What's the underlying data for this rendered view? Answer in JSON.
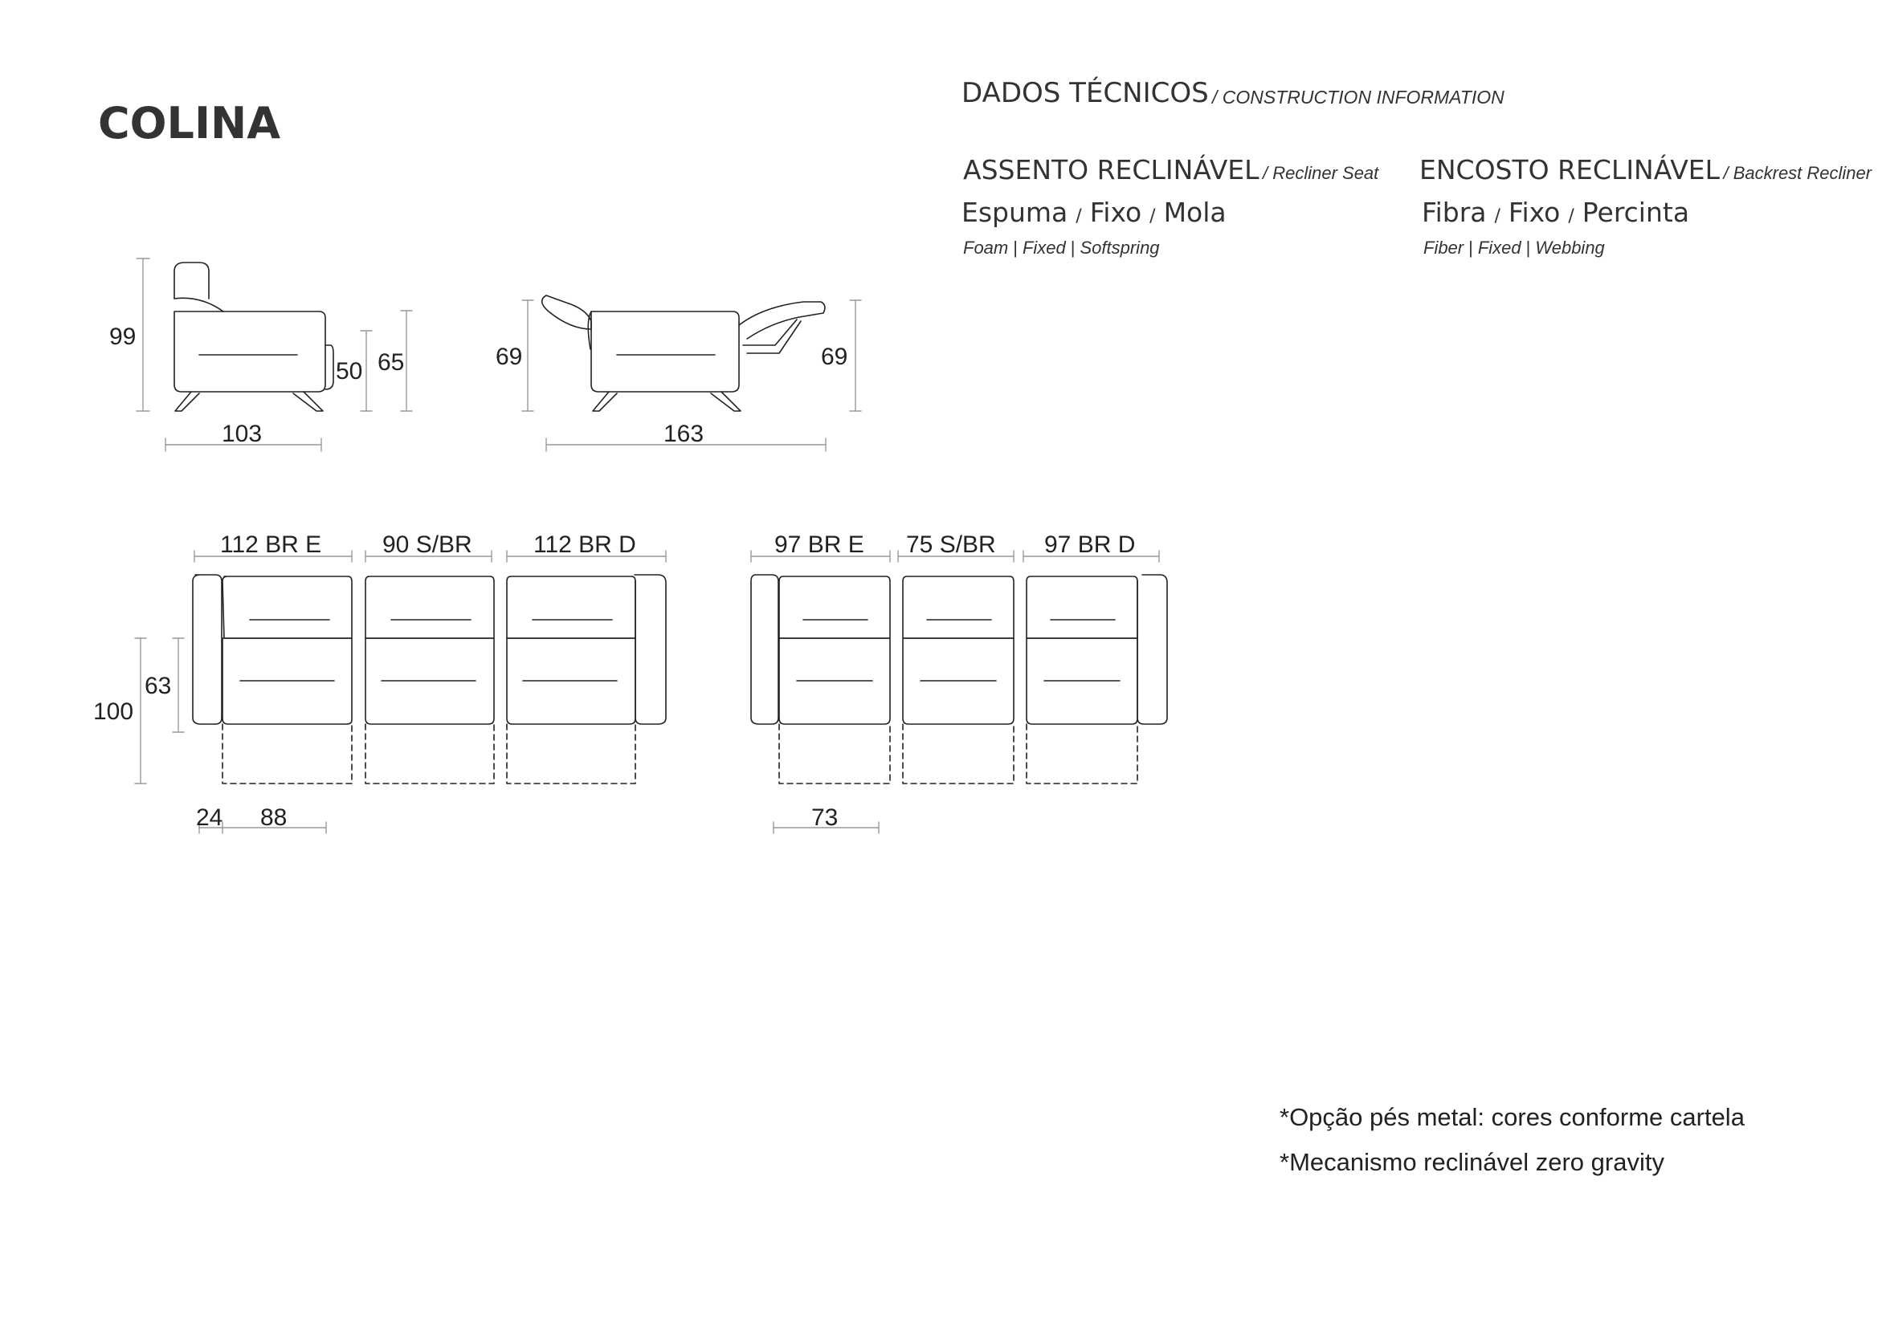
{
  "product": {
    "name": "COLINA"
  },
  "technical": {
    "title": "DADOS TÉCNICOS",
    "subtitle": "/ CONSTRUCTION INFORMATION",
    "seat": {
      "heading": "ASSENTO RECLINÁVEL",
      "heading_en": "/ Recliner Seat",
      "materials": [
        "Espuma",
        "Fixo",
        "Mola"
      ],
      "materials_en": [
        "Foam",
        "Fixed",
        "Softspring"
      ]
    },
    "backrest": {
      "heading": "ENCOSTO RECLINÁVEL",
      "heading_en": "/ Backrest Recliner",
      "materials": [
        "Fibra",
        "Fixo",
        "Percinta"
      ],
      "materials_en": [
        "Fiber",
        "Fixed",
        "Webbing"
      ]
    }
  },
  "side_view": {
    "height_total": "99",
    "height_arm": "50",
    "height_back": "65",
    "depth": "103"
  },
  "reclined_view": {
    "height_left": "69",
    "height_right": "69",
    "depth": "163"
  },
  "sofa_large": {
    "modules": [
      "112 BR E",
      "90 S/BR",
      "112 BR D"
    ],
    "depth_total": "100",
    "depth_seat": "63",
    "arm_width": "24",
    "seat_width": "88"
  },
  "sofa_small": {
    "modules": [
      "97 BR E",
      "75 S/BR",
      "97 BR D"
    ],
    "seat_width": "73"
  },
  "notes": [
    "*Opção pés metal: cores conforme cartela",
    "*Mecanismo reclinável zero gravity"
  ]
}
